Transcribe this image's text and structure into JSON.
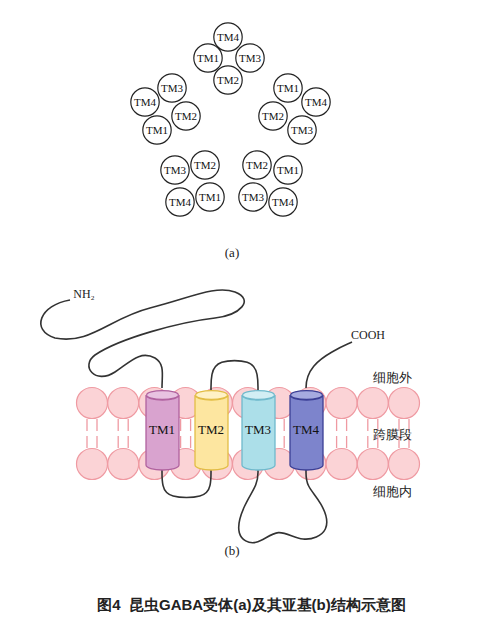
{
  "diagram": {
    "caption": "图4  昆虫GABA受体(a)及其亚基(b)结构示意图",
    "nodes": [
      {
        "text": [
          "TM4"
        ]
      },
      {
        "text": [
          "TM1"
        ]
      },
      {
        "text": [
          "TM3"
        ]
      },
      {
        "text": [
          "TM2"
        ]
      },
      {
        "text": [
          "TM3"
        ]
      },
      {
        "text": [
          "TM4"
        ]
      },
      {
        "text": [
          "TM2"
        ]
      },
      {
        "text": [
          "TM1"
        ]
      },
      {
        "text": [
          "TM1"
        ]
      },
      {
        "text": [
          "TM4"
        ]
      },
      {
        "text": [
          "TM2"
        ]
      },
      {
        "text": [
          "TM3"
        ]
      },
      {
        "text": [
          "TM3"
        ]
      },
      {
        "text": [
          "TM2"
        ]
      },
      {
        "text": [
          "TM4"
        ]
      },
      {
        "text": [
          "TM1"
        ]
      },
      {
        "text": [
          "TM2"
        ]
      },
      {
        "text": [
          "TM1"
        ]
      },
      {
        "text": [
          "TM3"
        ]
      },
      {
        "text": [
          "TM4"
        ]
      },
      {
        "text": [
          "TM1"
        ]
      },
      {
        "text": [
          "TM2"
        ]
      },
      {
        "text": [
          "TM3"
        ]
      },
      {
        "text": [
          "TM4"
        ]
      }
    ],
    "edges": [
      {
        "from": 20,
        "to": 21,
        "arrow": "none"
      },
      {
        "from": 21,
        "to": 22,
        "arrow": "none"
      },
      {
        "from": 22,
        "to": 23,
        "arrow": "none"
      }
    ],
    "labels": [
      "(a)",
      "NH₂",
      "COOH",
      "细胞外",
      "跨膜段",
      "细胞内",
      "(b)"
    ]
  }
}
